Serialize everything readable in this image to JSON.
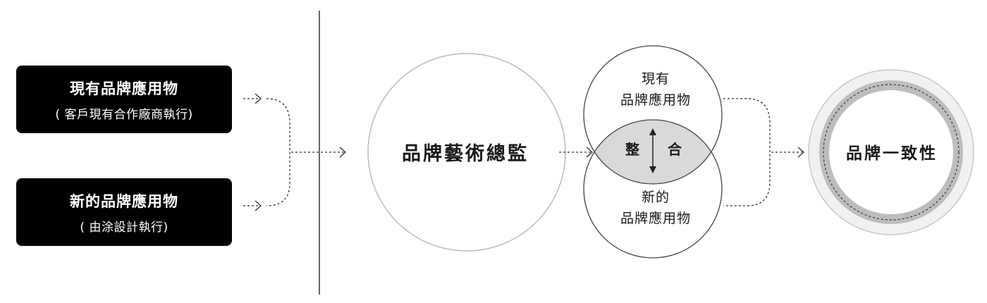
{
  "inputs": {
    "existing": {
      "title": "現有品牌應用物",
      "subtitle": "( 客戶現有合作廠商執行)"
    },
    "new": {
      "title": "新的品牌應用物",
      "subtitle": "( 由涂設計執行)"
    }
  },
  "director": {
    "label": "品牌藝術總監"
  },
  "venn": {
    "top": {
      "line1": "現有",
      "line2": "品牌應用物"
    },
    "bottom": {
      "line1": "新的",
      "line2": "品牌應用物"
    },
    "integration": {
      "left": "整",
      "right": "合"
    }
  },
  "result": {
    "label": "品牌一致性"
  },
  "colors": {
    "box": "#000000",
    "overlap": "#d9d9d9",
    "ring": "#c8c8c8"
  }
}
